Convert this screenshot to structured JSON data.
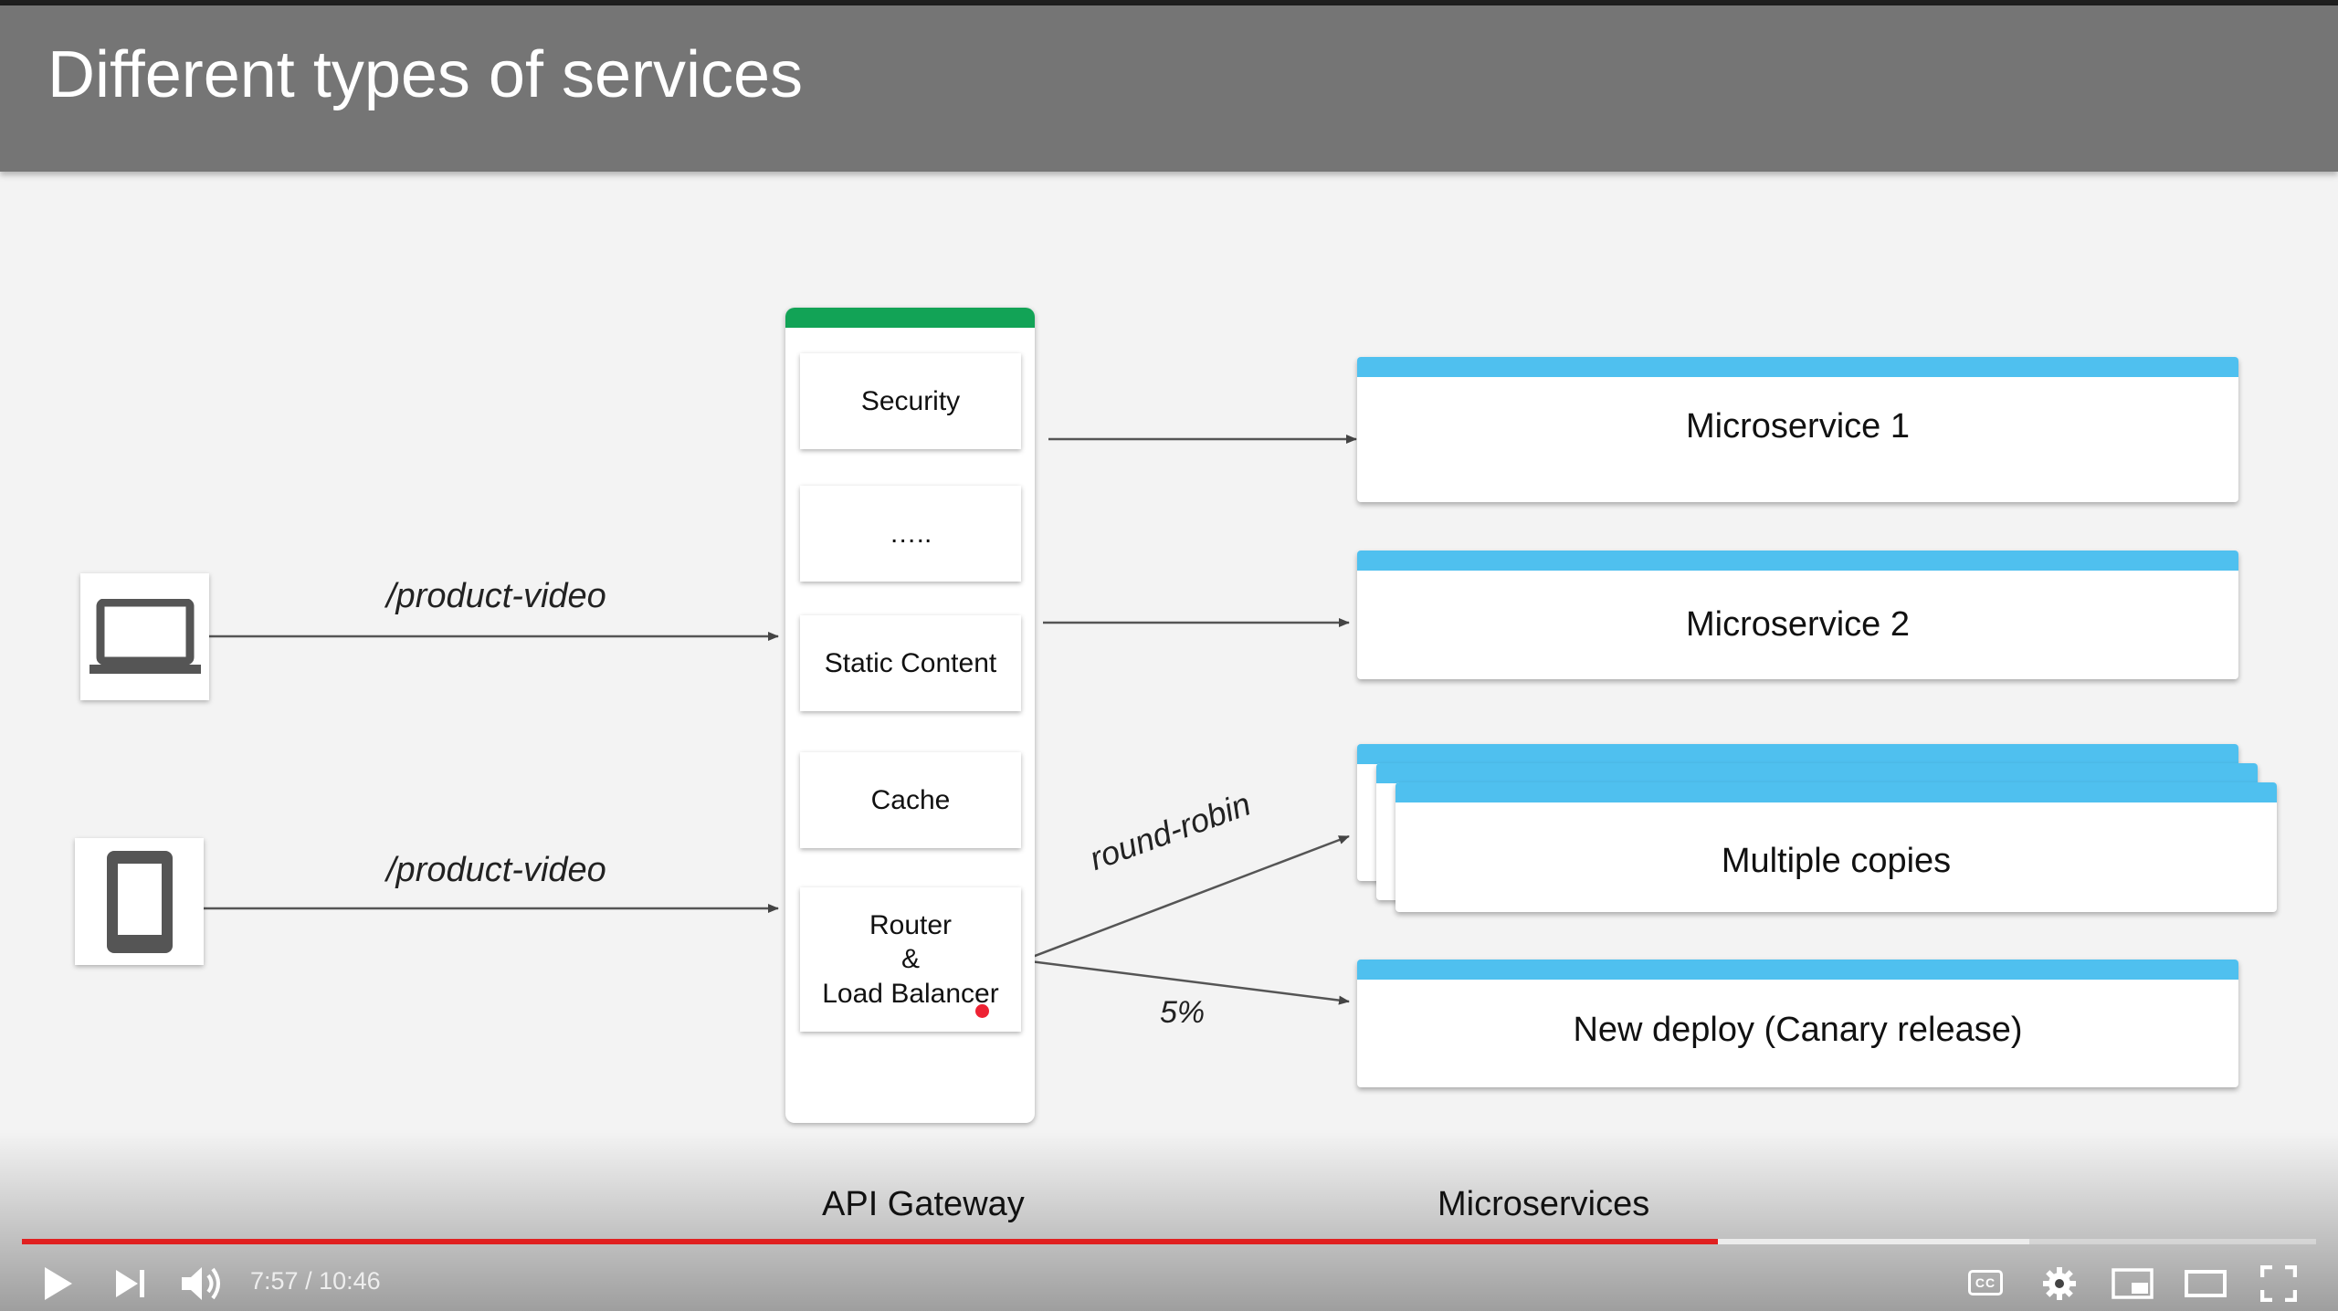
{
  "slide": {
    "title": "Different types of services",
    "clients": [
      {
        "device": "laptop-icon",
        "path": "/product-video"
      },
      {
        "device": "tablet-icon",
        "path": "/product-video"
      }
    ],
    "gateway": {
      "label": "API Gateway",
      "accent_color": "#12a356",
      "items": [
        {
          "lines": [
            "Security"
          ]
        },
        {
          "lines": [
            "….."
          ]
        },
        {
          "lines": [
            "Static Content"
          ]
        },
        {
          "lines": [
            "Cache"
          ]
        },
        {
          "lines": [
            "Router",
            "&",
            "Load Balancer"
          ]
        }
      ]
    },
    "edge_labels": {
      "round_robin": "round-robin",
      "canary_percent": "5%"
    },
    "microservices": {
      "label": "Microservices",
      "accent_color": "#4fc0ef",
      "boxes": [
        "Microservice 1",
        "Microservice 2",
        "Multiple copies",
        "New deploy (Canary release)"
      ]
    }
  },
  "player": {
    "current_time": "7:57",
    "separator": " / ",
    "duration": "10:46",
    "progress_fraction": 0.7392,
    "buffered_fraction": 0.875,
    "progress_color": "#e02020",
    "controls": [
      "play-icon",
      "next-icon",
      "volume-icon",
      "captions-icon",
      "settings-icon",
      "miniplayer-icon",
      "theater-mode-icon",
      "fullscreen-icon"
    ],
    "captions_label": "CC"
  }
}
